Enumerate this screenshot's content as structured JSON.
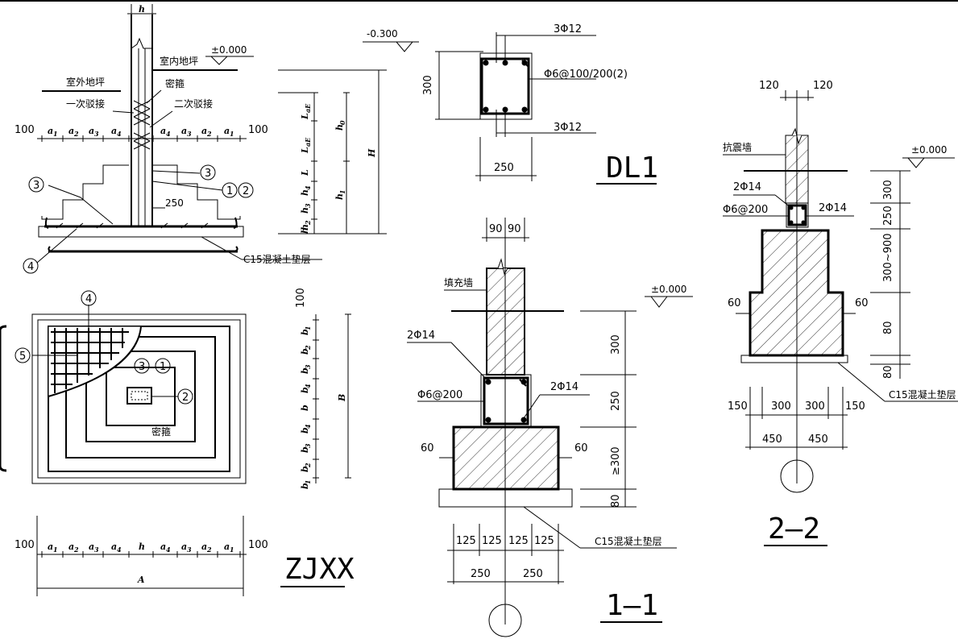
{
  "zjxx": {
    "title": "ZJXX",
    "col_width": "h",
    "elevation": "±0.000",
    "indoor_floor": "室内地坪",
    "outdoor_floor": "室外地坪",
    "stirrup_dense": "密箍",
    "splice_first": "一次驳接",
    "splice_second": "二次驳接",
    "dim_100": "100",
    "dim_250": "250",
    "a1": "a",
    "a1s": "1",
    "a2": "a",
    "a2s": "2",
    "a3": "a",
    "a3s": "3",
    "a4": "a",
    "a4s": "4",
    "H": "H",
    "h0": "h",
    "h0s": "0",
    "h1": "h",
    "h1s": "1",
    "h2": "h",
    "h2s": "2",
    "h3": "h",
    "h3s": "3",
    "h4": "h",
    "h4s": "4",
    "L": "L",
    "LaE": "L",
    "LaEs": "aE",
    "B": "B",
    "A": "A",
    "b": "b",
    "b1s": "1",
    "b2s": "2",
    "b3s": "3",
    "b4s": "4",
    "cushion": "C15混凝土垫层",
    "circle_1": "1",
    "circle_2": "2",
    "circle_3": "3",
    "circle_4": "4",
    "circle_5": "5"
  },
  "dl1": {
    "title": "DL1",
    "elevation": "-0.300",
    "top_bars": "3Φ12",
    "bottom_bars": "3Φ12",
    "stirrups": "Φ6@100/200(2)",
    "height": "300",
    "width": "250"
  },
  "sec11": {
    "title": "1—1",
    "wall": "填充墙",
    "elevation": "±0.000",
    "bars_left": "2Φ14",
    "bars_right": "2Φ14",
    "stirrups": "Φ6@200",
    "w90a": "90",
    "w90b": "90",
    "d300": "300",
    "d250": "250",
    "d300min": "≥300",
    "d80": "80",
    "d60a": "60",
    "d60b": "60",
    "d125": "125",
    "cushion": "C15混凝土垫层"
  },
  "sec22": {
    "title": "2—2",
    "wall": "抗震墙",
    "elevation": "±0.000",
    "bars_top": "2Φ14",
    "bars_right": "2Φ14",
    "stirrups": "Φ6@200",
    "w120": "120",
    "d300": "300",
    "d250": "250",
    "d300_900": "300~900",
    "d80": "80",
    "d60": "60",
    "d150": "150",
    "d300w": "300",
    "d450": "450",
    "cushion": "C15混凝土垫层"
  }
}
